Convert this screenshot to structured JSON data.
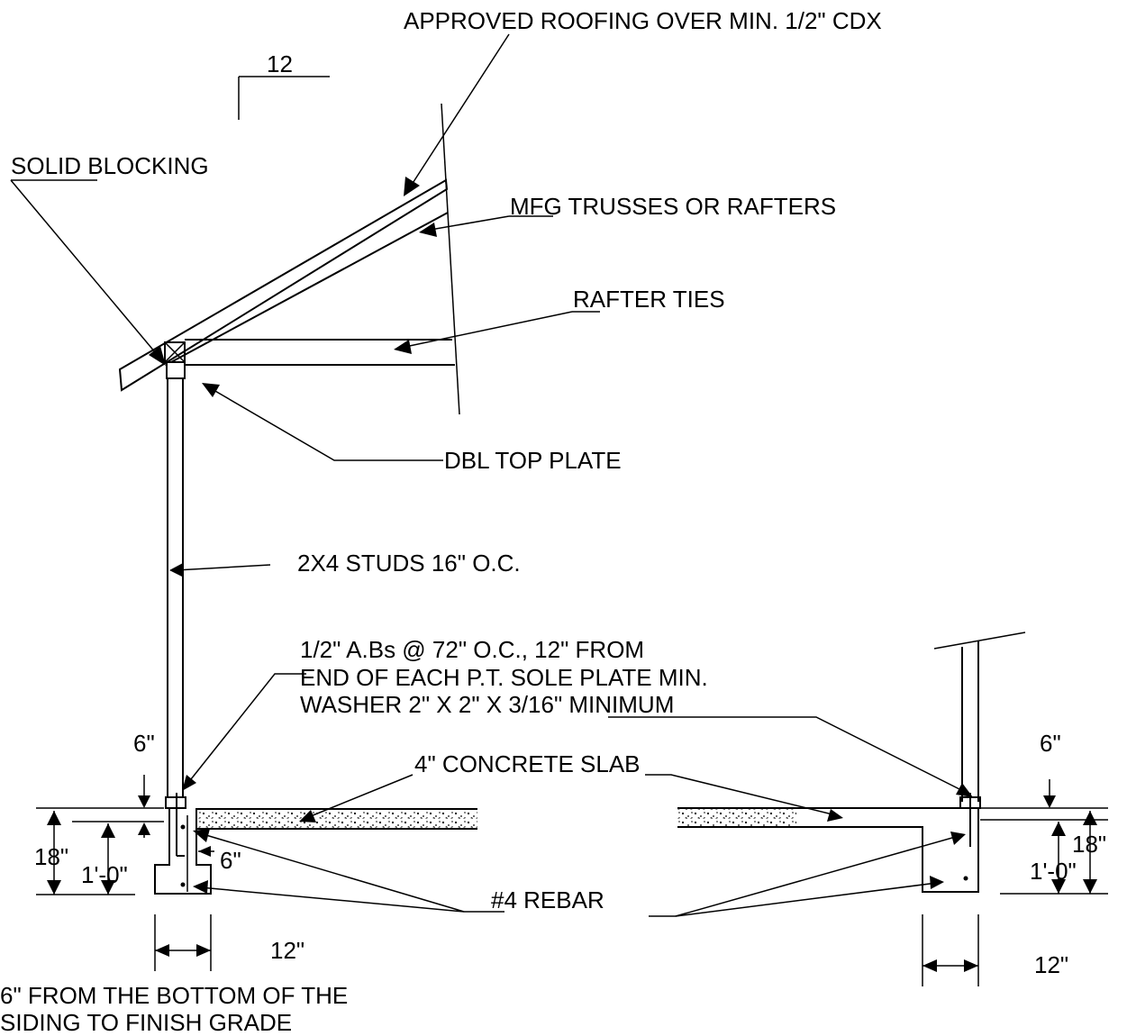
{
  "labels": {
    "roofing": "APPROVED ROOFING OVER MIN. 1/2\" CDX",
    "pitch_run": "12",
    "solid_blocking": "SOLID BLOCKING",
    "trusses": "MFG TRUSSES OR RAFTERS",
    "rafter_ties": "RAFTER TIES",
    "top_plate": "DBL TOP PLATE",
    "studs": "2X4 STUDS 16\" O.C.",
    "anchor_line1": "1/2\" A.Bs @ 72\" O.C., 12\" FROM",
    "anchor_line2": "END OF EACH P.T. SOLE PLATE MIN.",
    "anchor_line3": "WASHER 2\" X 2\" X 3/16\" MINIMUM",
    "slab": "4\" CONCRETE SLAB",
    "rebar": "#4 REBAR",
    "grade_line1": "6\" FROM THE BOTTOM OF THE",
    "grade_line2": "SIDING TO FINISH GRADE"
  },
  "dimensions": {
    "left_clearance": "6\"",
    "left_depth": "18\"",
    "left_footing_depth": "1'-0\"",
    "left_stem": "6\"",
    "left_width": "12\"",
    "right_clearance": "6\"",
    "right_depth": "18\"",
    "right_footing_depth": "1'-0\"",
    "right_width": "12\""
  },
  "colors": {
    "ink": "#000000",
    "paper": "#ffffff"
  }
}
